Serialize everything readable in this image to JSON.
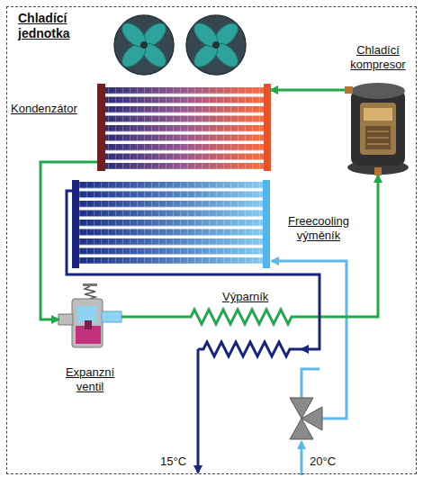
{
  "diagram": {
    "nodes": [
      {
        "text": [
          "Chladící jednotka"
        ]
      },
      {
        "text": [
          "Kondenzátor"
        ],
        "in": 0
      },
      {
        "text": [
          "Chladící kompresor"
        ],
        "in": 0
      },
      {
        "text": [
          "Freecooling výměník"
        ],
        "in": 0
      },
      {
        "text": [
          "Expanzní ventil"
        ],
        "in": 0
      },
      {
        "text": [
          "Výparník"
        ],
        "in": 0
      }
    ],
    "edges": [
      {
        "from": 2,
        "to": 1,
        "arrow": "to"
      },
      {
        "from": 1,
        "to": 4,
        "arrow": "to"
      },
      {
        "from": 4,
        "to": 5,
        "arrow": "none"
      },
      {
        "from": 5,
        "to": 2,
        "arrow": "to"
      },
      {
        "from": 3,
        "to": 5,
        "arrow": "to"
      }
    ],
    "labels": [
      "15°C",
      "20°C"
    ]
  }
}
